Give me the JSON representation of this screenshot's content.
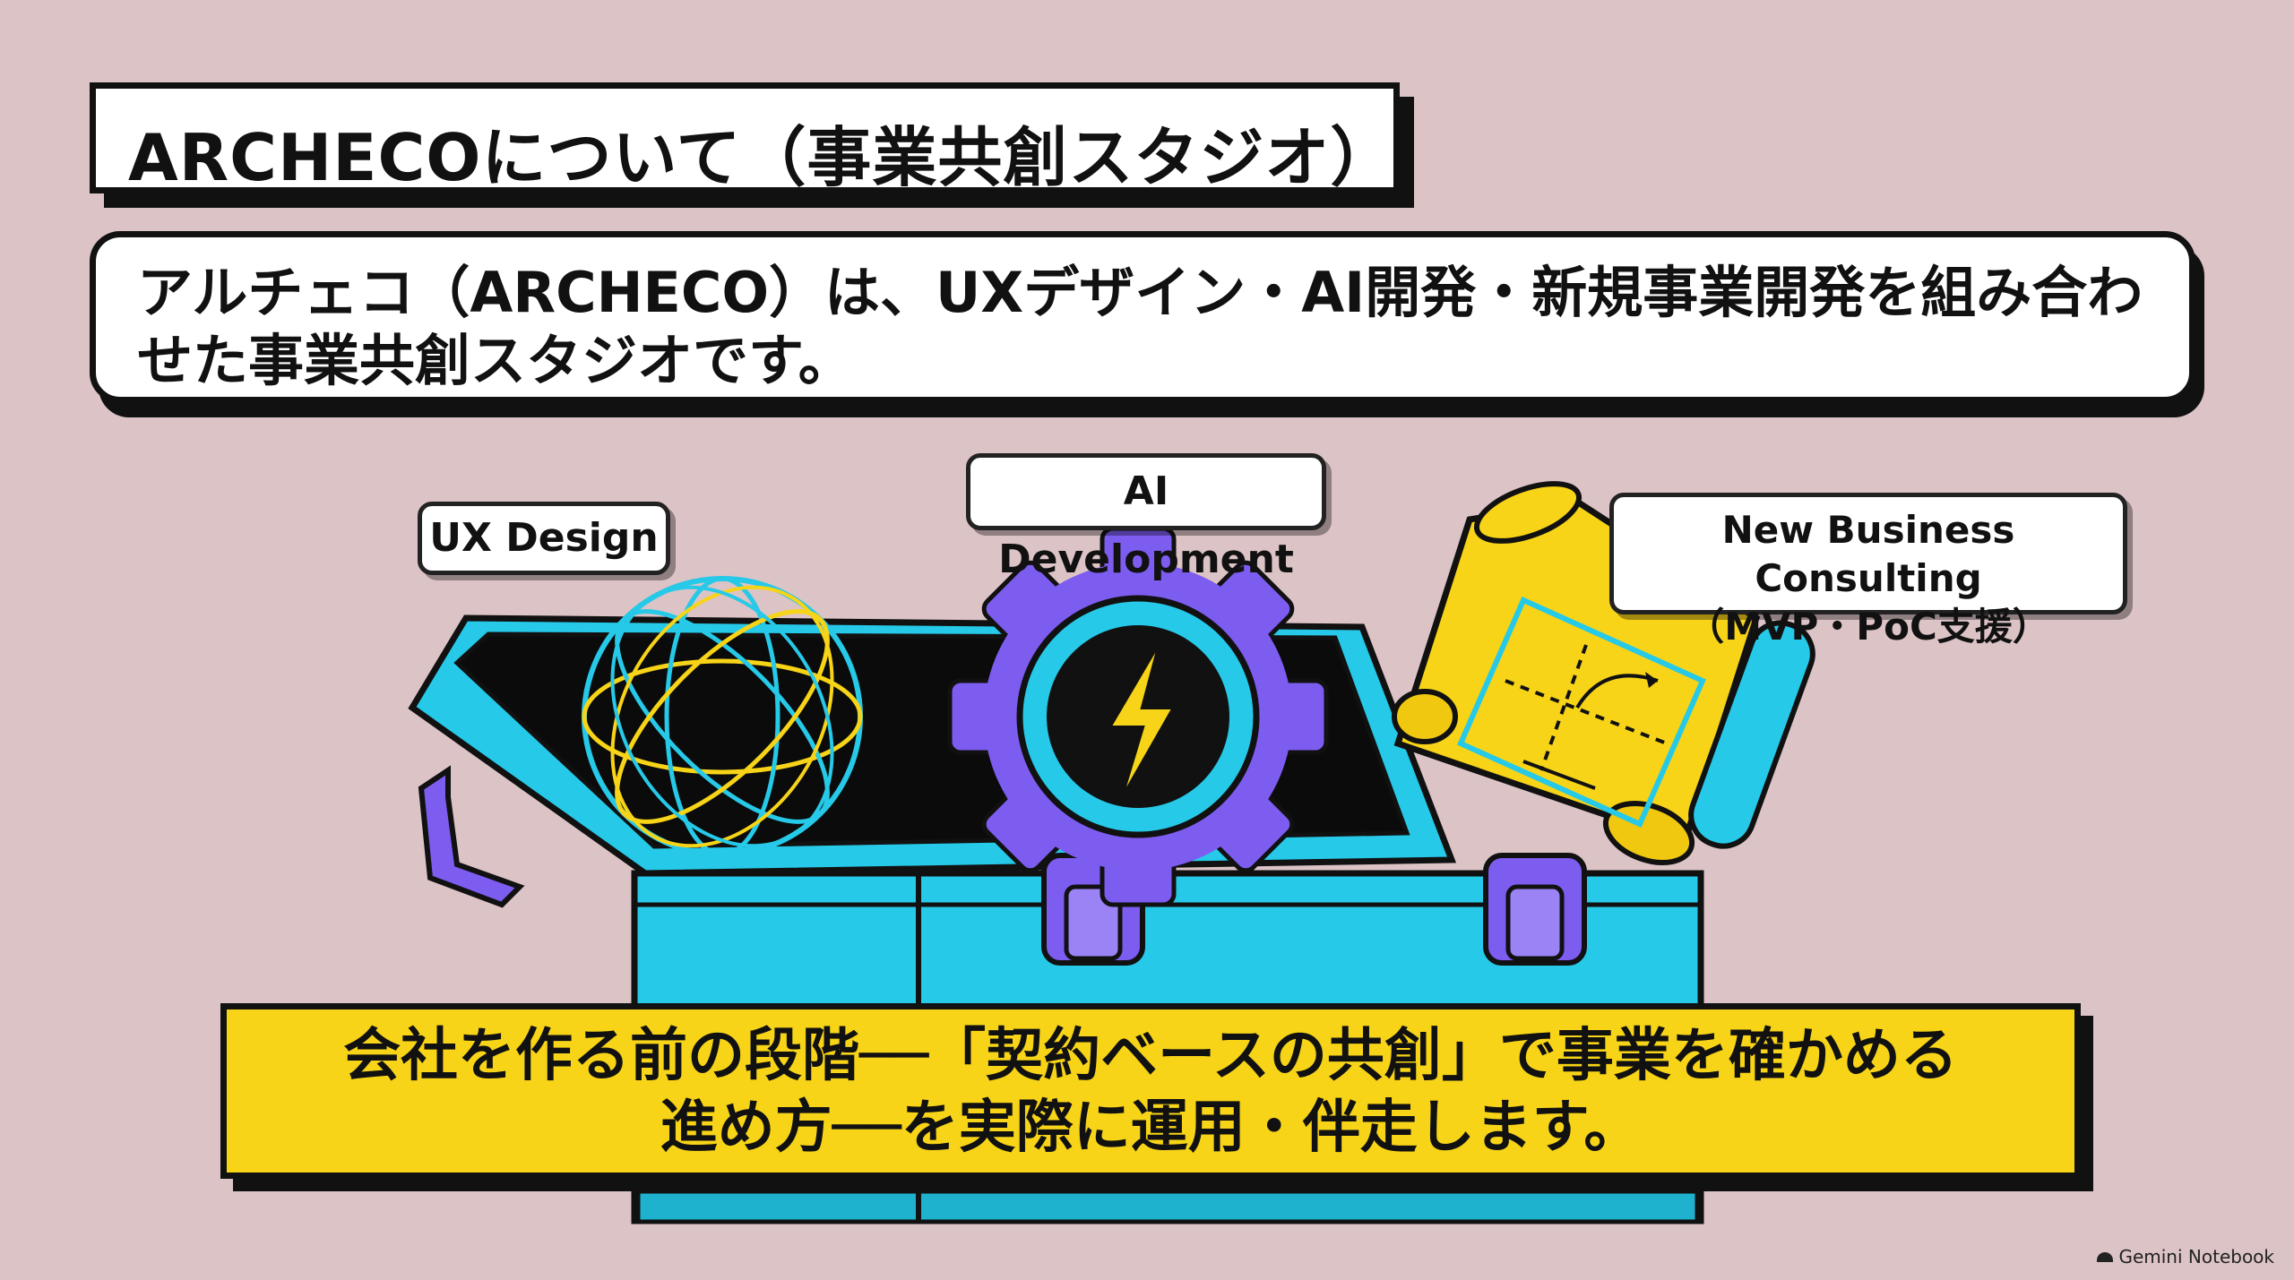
{
  "title": "ARCHECOについて（事業共創スタジオ）",
  "description": "アルチェコ（ARCHECO）は、UXデザイン・AI開発・新規事業開発を組み合わせた事業共創スタジオです。",
  "labels": {
    "ux": "UX Design",
    "ai": "AI Development",
    "nb_line1": "New Business Consulting",
    "nb_line2": "（MVP・PoC支援）"
  },
  "banner": {
    "line1": "会社を作る前の段階──「契約ベースの共創」で事業を確かめる",
    "line2": "進め方──を実際に運用・伴走します。"
  },
  "footer": "Gemini Notebook",
  "colors": {
    "background": "#dcc3c6",
    "cyan": "#26c9e8",
    "purple": "#7d5cf0",
    "yellow": "#f7d417"
  },
  "icons": [
    "sphere-icon",
    "gear-icon",
    "lightning-icon",
    "blueprint-icon",
    "toolbox-icon"
  ]
}
